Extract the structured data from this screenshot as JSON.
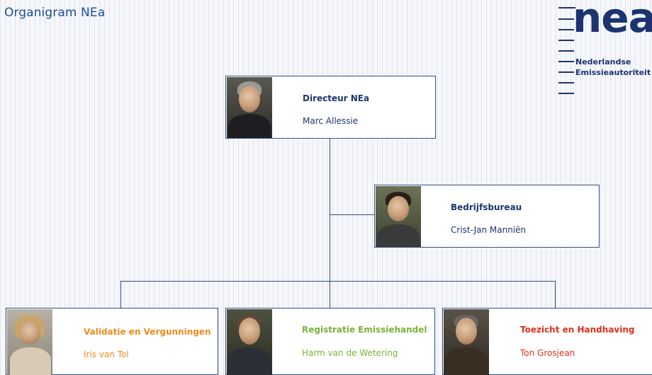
{
  "header": {
    "title": "Organigram NEa"
  },
  "logo": {
    "word": "nea",
    "line1": "Nederlandse",
    "line2": "Emissieautoriteit"
  },
  "colors": {
    "primary": "#1b3470",
    "title": "#1e4c9a",
    "line": "#2b4a86",
    "validatie": "#f08a1c",
    "registratie": "#7ab23a",
    "toezicht": "#e0301e"
  },
  "org": {
    "director": {
      "role": "Directeur NEa",
      "name": "Marc Allessie",
      "photo": "portrait-icon"
    },
    "staff": {
      "role": "Bedrijfsbureau",
      "name": "Crist-Jan Manniën",
      "photo": "portrait-icon"
    },
    "departments": [
      {
        "role": "Validatie en Vergunningen",
        "name": "Iris van Tol",
        "photo": "portrait-icon"
      },
      {
        "role": "Registratie Emissiehandel",
        "name": "Harm van de Wetering",
        "photo": "portrait-icon"
      },
      {
        "role": "Toezicht en Handhaving",
        "name": "Ton Grosjean",
        "photo": "portrait-icon"
      }
    ]
  }
}
